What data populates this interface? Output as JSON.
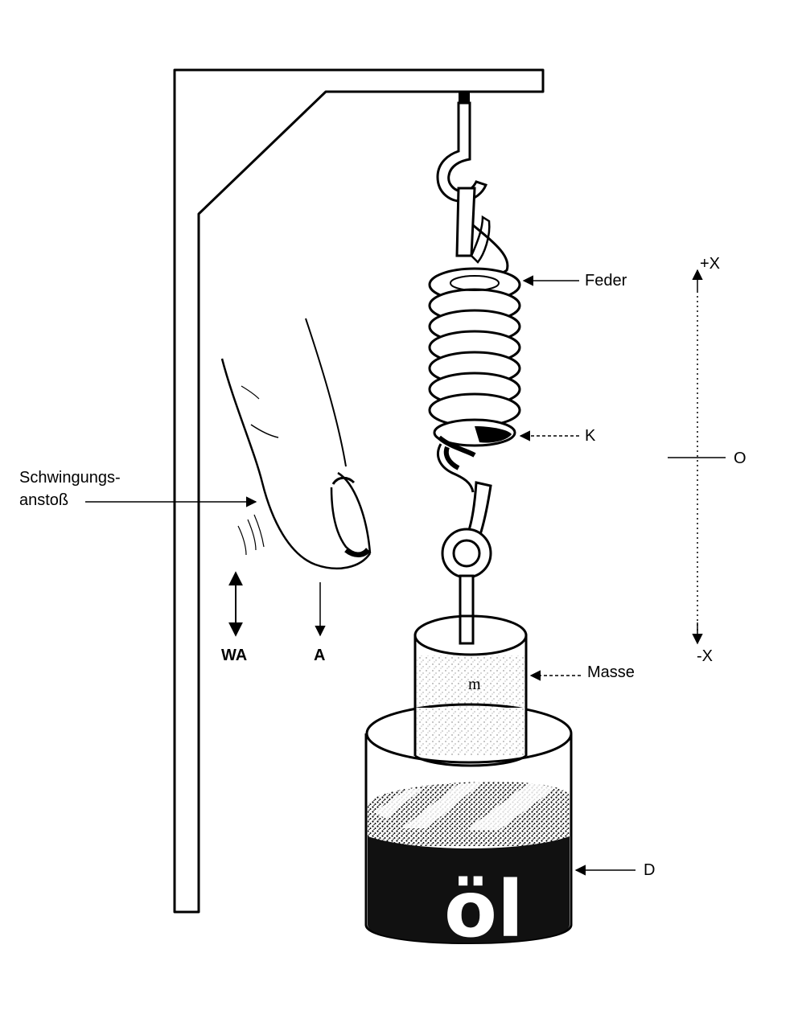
{
  "labels": {
    "feder": "Feder",
    "k": "K",
    "masse": "Masse",
    "d": "D",
    "mass_symbol": "m",
    "oil": "öl",
    "impulse_line1": "Schwingungs-",
    "impulse_line2": "anstoß",
    "wa": "WA",
    "a": "A",
    "plus_x": "+X",
    "zero": "O",
    "minus_x": "-X"
  },
  "colors": {
    "ink": "#000000",
    "paper": "#ffffff",
    "oil": "#111111"
  }
}
